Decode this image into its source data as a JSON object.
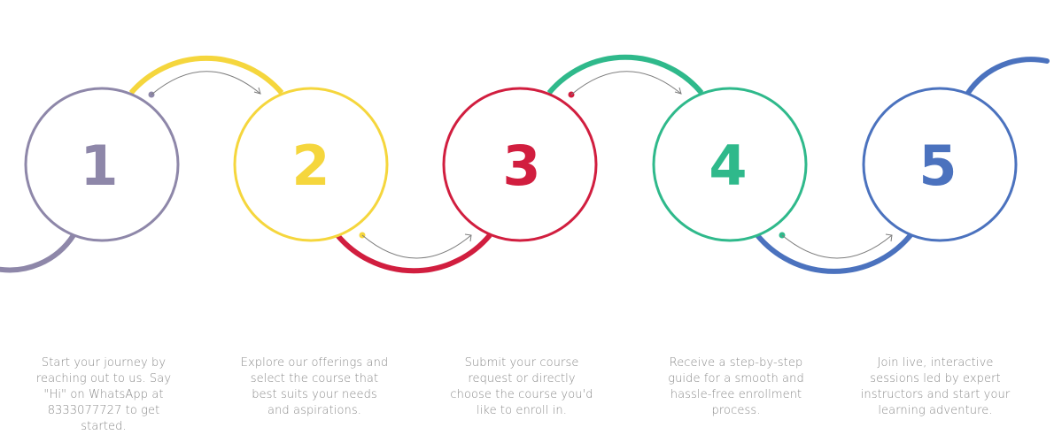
{
  "steps": [
    {
      "number": "1",
      "color": "#8E87A9",
      "text": "Start your journey by reaching out to us. Say \"Hi\" on WhatsApp at 8333077727 to get started."
    },
    {
      "number": "2",
      "color": "#F5D63D",
      "text": "Explore our offerings and select the course that best suits your needs and aspirations."
    },
    {
      "number": "3",
      "color": "#D11E3F",
      "text": "Submit your course request or directly choose the course you'd like to enroll in."
    },
    {
      "number": "4",
      "color": "#2FB98B",
      "text": "Receive a step-by-step guide for a smooth and hassle-free enrollment process."
    },
    {
      "number": "5",
      "color": "#4B72BE",
      "text": "Join live, interactive sessions led by expert instructors and start your learning adventure."
    }
  ],
  "arrow_color": "#7d7d7d"
}
